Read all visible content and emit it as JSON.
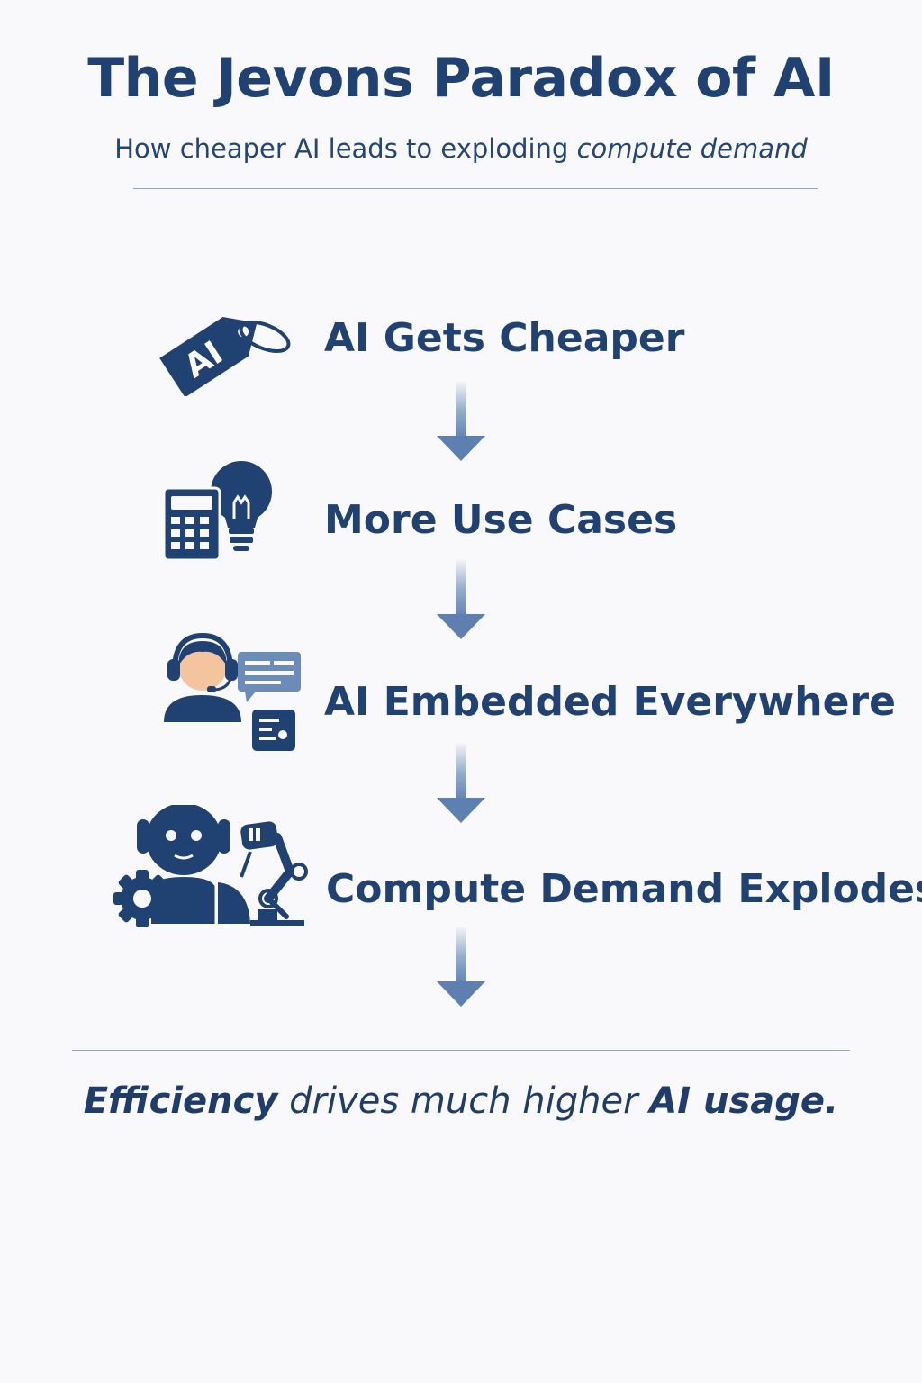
{
  "header": {
    "title": "The Jevons Paradox of AI",
    "subtitle_start": "How cheaper AI leads to exploding",
    "subtitle_end": "compute demand"
  },
  "steps": [
    {
      "label": "AI Gets Cheaper",
      "icon": "ai-price-tag-icon",
      "tag_text": "AI"
    },
    {
      "label": "More Use Cases",
      "icon": "calculator-lightbulb-icon"
    },
    {
      "label": "AI Embedded Everywhere",
      "icon": "support-agent-chat-icon"
    },
    {
      "label": "Compute Demand Explodes",
      "icon": "robot-gear-arm-icon"
    }
  ],
  "footer": {
    "part1": "Efficiency",
    "part2": " drives much higher ",
    "part3": "AI usage."
  },
  "colors": {
    "primary": "#1f4273",
    "arrow": "#6b8cb8",
    "rule": "#8fa6c4",
    "background": "#f9f9fb"
  }
}
